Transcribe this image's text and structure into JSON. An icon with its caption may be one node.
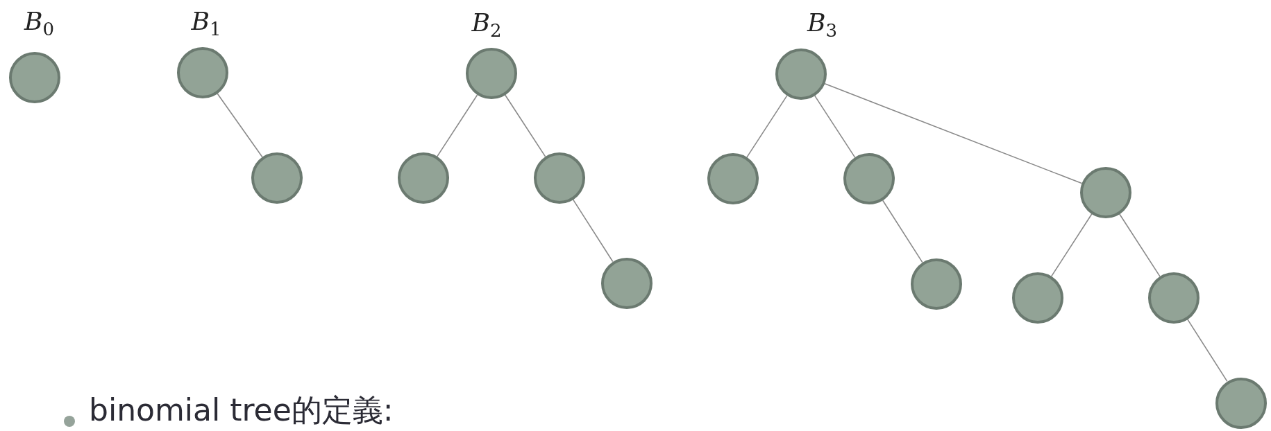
{
  "diagram": {
    "nodes": [
      {
        "text": [],
        "shape": "circle"
      },
      {
        "text": [],
        "shape": "circle"
      },
      {
        "text": [],
        "shape": "circle"
      },
      {
        "text": [],
        "shape": "circle"
      },
      {
        "text": [],
        "shape": "circle"
      },
      {
        "text": [],
        "shape": "circle"
      },
      {
        "text": [],
        "shape": "circle"
      },
      {
        "text": [],
        "shape": "circle"
      },
      {
        "text": [],
        "shape": "circle"
      },
      {
        "text": [],
        "shape": "circle"
      },
      {
        "text": [],
        "shape": "circle"
      },
      {
        "text": [],
        "shape": "circle"
      },
      {
        "text": [],
        "shape": "circle"
      },
      {
        "text": [],
        "shape": "circle"
      },
      {
        "text": [],
        "shape": "circle"
      }
    ],
    "edges": [
      {
        "from": 1,
        "to": 2,
        "arrow": "none"
      },
      {
        "from": 3,
        "to": 4,
        "arrow": "none"
      },
      {
        "from": 3,
        "to": 5,
        "arrow": "none"
      },
      {
        "from": 5,
        "to": 6,
        "arrow": "none"
      },
      {
        "from": 7,
        "to": 8,
        "arrow": "none"
      },
      {
        "from": 7,
        "to": 9,
        "arrow": "none"
      },
      {
        "from": 9,
        "to": 10,
        "arrow": "none"
      },
      {
        "from": 7,
        "to": 11,
        "arrow": "none"
      },
      {
        "from": 11,
        "to": 12,
        "arrow": "none"
      },
      {
        "from": 11,
        "to": 13,
        "arrow": "none"
      },
      {
        "from": 13,
        "to": 14,
        "arrow": "none"
      }
    ],
    "labels": [
      "B$_{0}$",
      "B$_{1}$",
      "B$_{2}$",
      "B$_{3}$",
      "binomial tree的定義:"
    ]
  }
}
